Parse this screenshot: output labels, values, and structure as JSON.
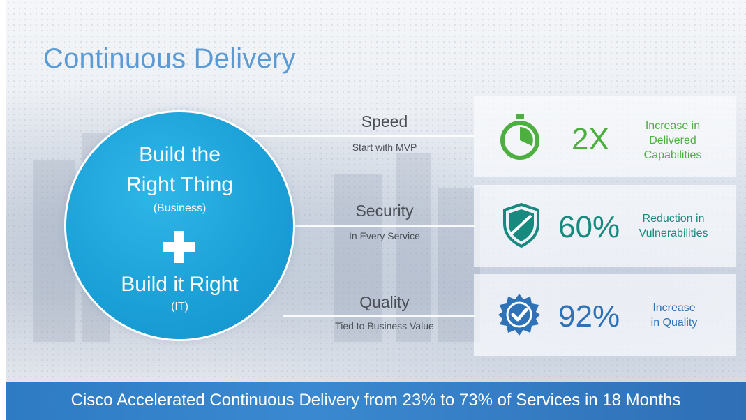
{
  "slide_title": "Continuous Delivery",
  "circle": {
    "line1": "Build the",
    "line2": "Right Thing",
    "sub1": "(Business)",
    "line3": "Build it Right",
    "sub2": "(IT)"
  },
  "pillars": [
    {
      "label": "Speed",
      "sublabel": "Start with MVP",
      "icon": "stopwatch-icon",
      "stat": "2X",
      "description": [
        "Increase in",
        "Delivered",
        "Capabilities"
      ],
      "color": "#4caf3f"
    },
    {
      "label": "Security",
      "sublabel": "In Every Service",
      "icon": "shield-icon",
      "stat": "60%",
      "description": [
        "Reduction in",
        "Vulnerabilities"
      ],
      "color": "#17897f"
    },
    {
      "label": "Quality",
      "sublabel": "Tied to Business Value",
      "icon": "badge-check-icon",
      "stat": "92%",
      "description": [
        "Increase",
        "in Quality"
      ],
      "color": "#2f72b8"
    }
  ],
  "banner": "Cisco Accelerated Continuous Delivery from 23% to 73% of Services in 18 Months"
}
